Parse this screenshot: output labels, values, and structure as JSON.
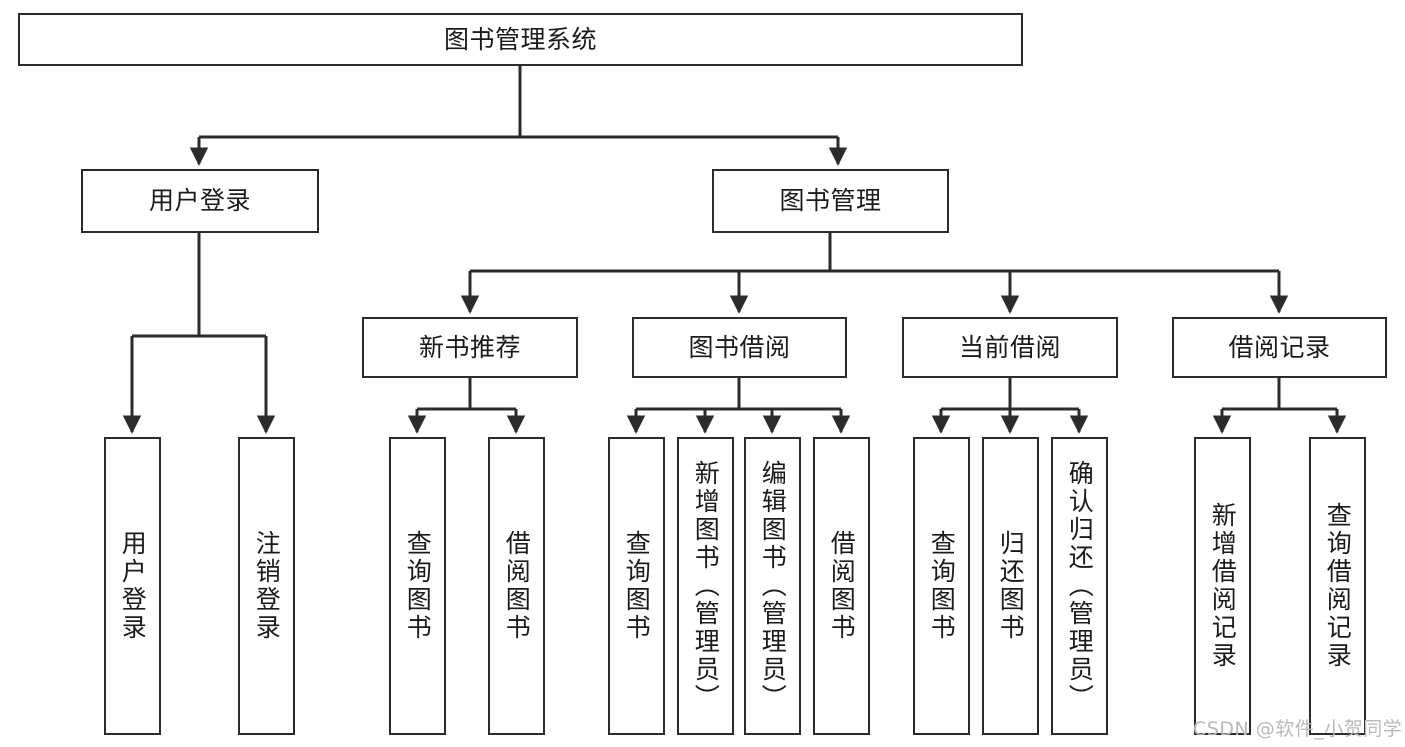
{
  "diagram": {
    "title": "图书管理系统",
    "type": "tree",
    "watermark": "CSDN @软件_小贺同学",
    "colors": {
      "stroke": "#2b2b2b",
      "fill": "#ffffff",
      "text": "#1b1b1b",
      "watermark": "#b9b9b9"
    },
    "levels": {
      "root": {
        "label": "图书管理系统"
      },
      "level2": [
        {
          "id": "user-login",
          "label": "用户登录"
        },
        {
          "id": "book-manage",
          "label": "图书管理"
        }
      ],
      "level3": [
        {
          "id": "new-book-rec",
          "label": "新书推荐"
        },
        {
          "id": "book-borrow",
          "label": "图书借阅"
        },
        {
          "id": "current-borrow",
          "label": "当前借阅"
        },
        {
          "id": "borrow-record",
          "label": "借阅记录"
        }
      ],
      "leaves": {
        "user-login": [
          {
            "id": "leaf-user-login",
            "label": "用户登录"
          },
          {
            "id": "leaf-user-logout",
            "label": "注销登录"
          }
        ],
        "new-book-rec": [
          {
            "id": "leaf-query-book-1",
            "label": "查询图书"
          },
          {
            "id": "leaf-borrow-book-1",
            "label": "借阅图书"
          }
        ],
        "book-borrow": [
          {
            "id": "leaf-query-book-2",
            "label": "查询图书"
          },
          {
            "id": "leaf-add-book",
            "label": "新增图书（管理员）"
          },
          {
            "id": "leaf-edit-book",
            "label": "编辑图书（管理员）"
          },
          {
            "id": "leaf-borrow-book-2",
            "label": "借阅图书"
          }
        ],
        "current-borrow": [
          {
            "id": "leaf-query-book-3",
            "label": "查询图书"
          },
          {
            "id": "leaf-return-book",
            "label": "归还图书"
          },
          {
            "id": "leaf-confirm-return",
            "label": "确认归还（管理员）"
          }
        ],
        "borrow-record": [
          {
            "id": "leaf-add-record",
            "label": "新增借阅记录"
          },
          {
            "id": "leaf-query-record",
            "label": "查询借阅记录"
          }
        ]
      }
    }
  }
}
